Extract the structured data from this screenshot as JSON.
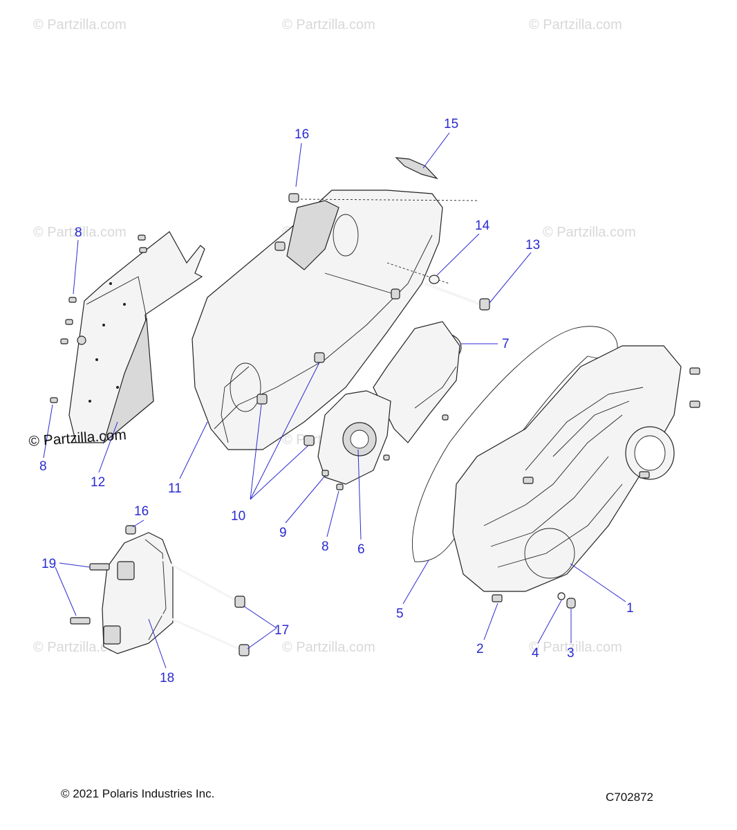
{
  "watermarks": {
    "text": "© Partzilla.com",
    "main_text": "© Partzilla.com"
  },
  "callouts": [
    {
      "label": "1"
    },
    {
      "label": "2"
    },
    {
      "label": "3"
    },
    {
      "label": "4"
    },
    {
      "label": "5"
    },
    {
      "label": "6"
    },
    {
      "label": "7"
    },
    {
      "label": "8"
    },
    {
      "label": "8"
    },
    {
      "label": "8"
    },
    {
      "label": "9"
    },
    {
      "label": "10"
    },
    {
      "label": "11"
    },
    {
      "label": "12"
    },
    {
      "label": "13"
    },
    {
      "label": "14"
    },
    {
      "label": "15"
    },
    {
      "label": "16"
    },
    {
      "label": "16"
    },
    {
      "label": "17"
    },
    {
      "label": "18"
    },
    {
      "label": "19"
    }
  ],
  "footer": {
    "copyright": "© 2021 Polaris Industries Inc.",
    "diagram_code": "C702872"
  },
  "colors": {
    "callout": "#2a2ad0",
    "line_art": "#222222",
    "watermark": "#d8d8d8"
  }
}
